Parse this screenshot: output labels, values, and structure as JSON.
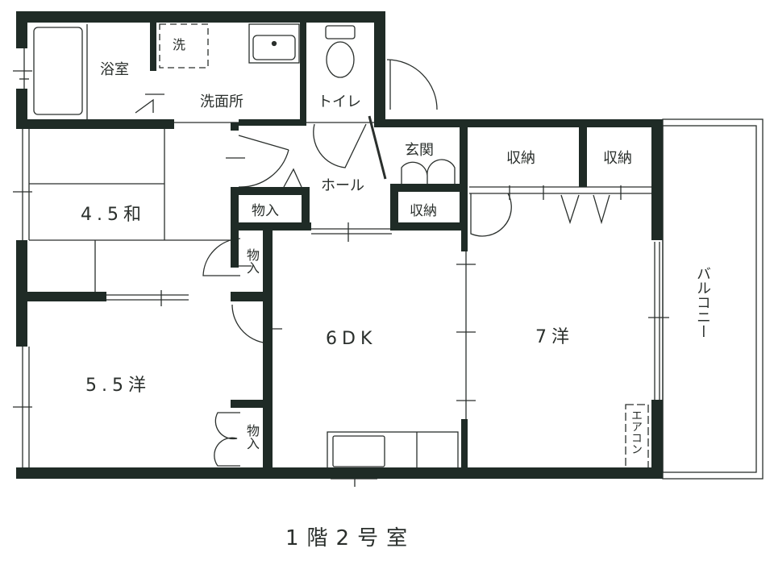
{
  "title": "1階2号室",
  "colors": {
    "wall": "#1f2b26",
    "line": "#2a2f2c",
    "bg": "#ffffff"
  },
  "rooms": {
    "bath": "浴室",
    "washer": "洗",
    "washroom": "洗面所",
    "toilet": "トイレ",
    "entrance": "玄関",
    "storage_top1": "収納",
    "storage_top2": "収納",
    "hall": "ホール",
    "closet_hall": "物入",
    "storage_entrance": "収納",
    "washitsu": "4.5和",
    "closet_washitsu": "物入",
    "dk": "6DK",
    "western7": "7洋",
    "western55": "5.5洋",
    "closet_55": "物入",
    "balcony": "バルコニー",
    "aircon": "エアコン"
  }
}
